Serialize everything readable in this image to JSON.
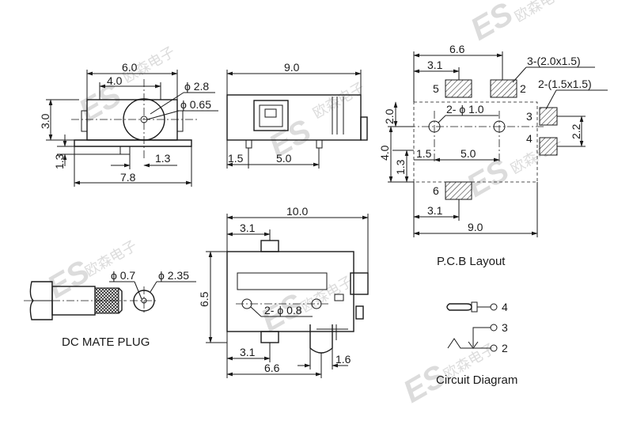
{
  "watermark": {
    "logo": "ES",
    "chars": "欧森电子"
  },
  "front_view": {
    "dims": {
      "width_top": "6.0",
      "width_inner": "4.0",
      "height": "3.0",
      "height_low": "1.3",
      "pin_offset": "1.3",
      "width_total": "7.8",
      "hole_dia": "ϕ 2.8",
      "pin_dia": "ϕ 0.65"
    }
  },
  "side_view": {
    "dims": {
      "length": "9.0",
      "pin_offset": "1.5",
      "pin_pitch": "5.0"
    }
  },
  "pcb_layout": {
    "title": "P.C.B Layout",
    "dims": {
      "top_span": "6.6",
      "top_offset": "3.1",
      "pad_a": "3-(2.0x1.5)",
      "pad_b": "2-(1.5x1.5)",
      "holes": "2- ϕ 1.0",
      "hole_pitch": "5.0",
      "hole_offset": "1.5",
      "left_top": "2.0",
      "left_total": "4.0",
      "left_low": "1.3",
      "right_span": "2.2",
      "bottom_offset": "3.1",
      "width": "9.0"
    },
    "pins": [
      "5",
      "2",
      "3",
      "4",
      "6"
    ]
  },
  "top_view": {
    "dims": {
      "length": "10.0",
      "top_offset": "3.1",
      "height": "6.5",
      "holes": "2- ϕ 0.8",
      "bottom_offset": "3.1",
      "bottom_span": "6.6",
      "slot": "1.6"
    }
  },
  "plug": {
    "title": "DC MATE PLUG",
    "pin_dia": "ϕ 0.7",
    "outer_dia": "ϕ 2.35"
  },
  "circuit": {
    "title": "Circuit Diagram",
    "pins": [
      "4",
      "3",
      "2"
    ]
  }
}
